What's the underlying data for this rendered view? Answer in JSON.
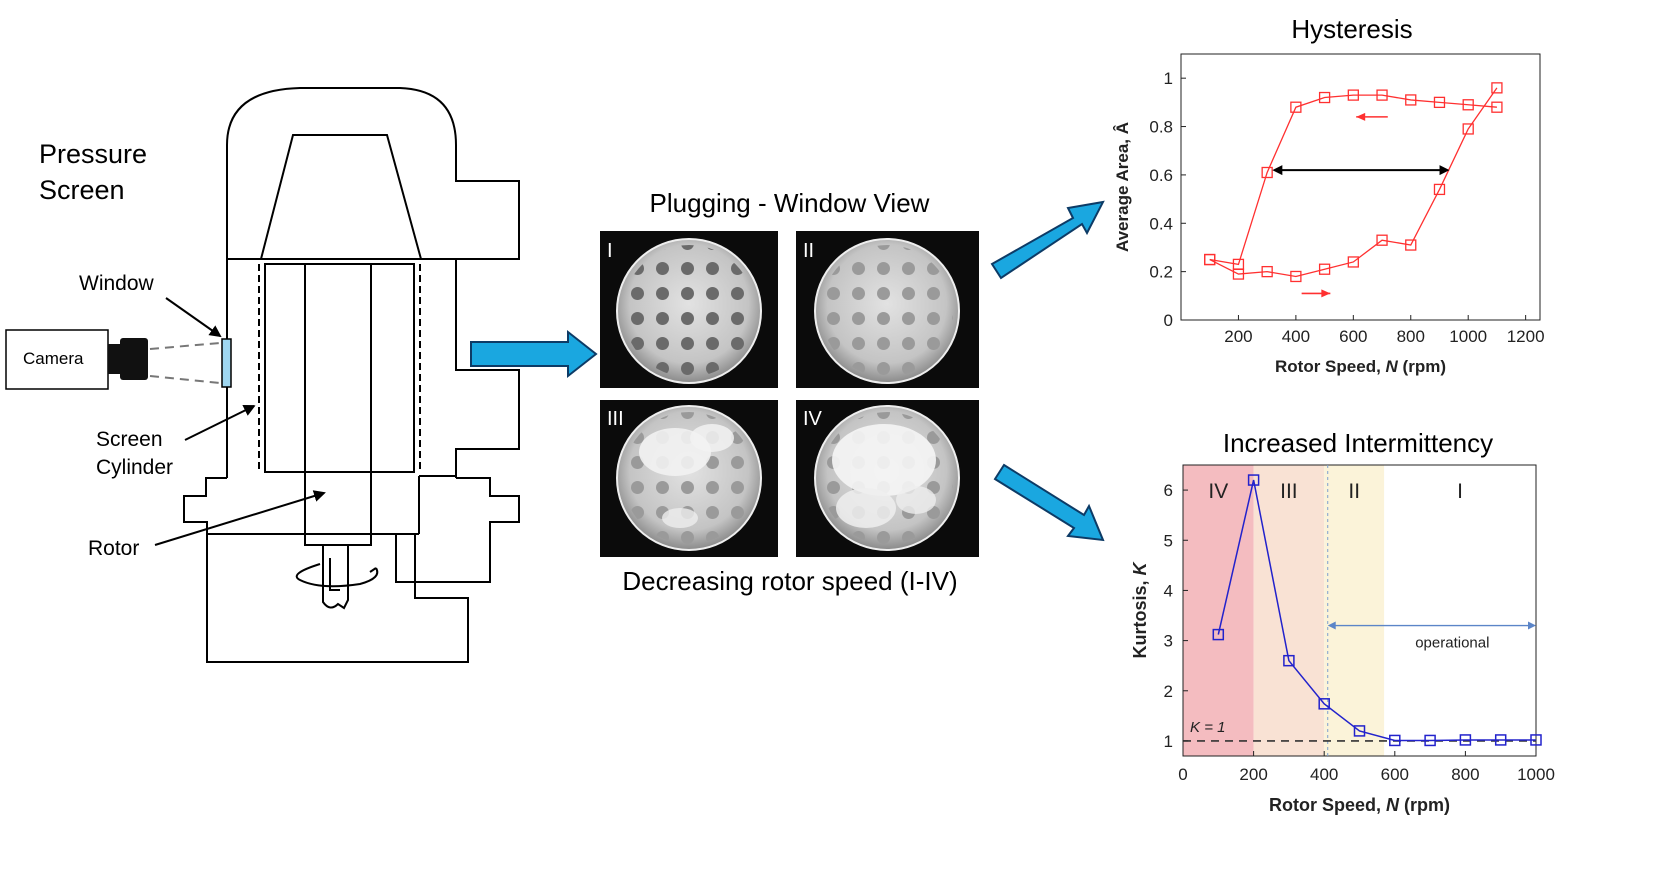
{
  "screen": {
    "title_line1": "Pressure",
    "title_line2": "Screen",
    "camera": "Camera",
    "window": "Window",
    "screen_cyl_line1": "Screen",
    "screen_cyl_line2": "Cylinder",
    "rotor": "Rotor"
  },
  "middle": {
    "title": "Plugging - Window View",
    "caption": "Decreasing rotor speed (I-IV)",
    "panels": [
      "I",
      "II",
      "III",
      "IV"
    ]
  },
  "colors": {
    "arrow_fill": "#1aa7e0",
    "arrow_stroke": "#0d3b66",
    "hysteresis": "#ff3030",
    "kurtosis": "#2222cc",
    "region_IV": "#f4bcc0",
    "region_III": "#f9e2d4",
    "region_II": "#fbf3d9",
    "region_I": "#ffffff"
  },
  "chart_data": [
    {
      "type": "line",
      "title": "Hysteresis",
      "xlabel": "Rotor Speed, N (rpm)",
      "ylabel": "Average Area, Â",
      "xlim": [
        0,
        1250
      ],
      "ylim": [
        0,
        1.1
      ],
      "xticks": [
        "200",
        "400",
        "600",
        "800",
        "1000",
        "1200"
      ],
      "yticks": [
        "0",
        "0.2",
        "0.4",
        "0.6",
        "0.8",
        "1"
      ],
      "series": [
        {
          "direction": "increasing",
          "x": [
            100,
            200,
            300,
            400,
            500,
            600,
            700,
            800,
            900,
            1000,
            1100
          ],
          "y": [
            0.25,
            0.19,
            0.2,
            0.18,
            0.21,
            0.24,
            0.33,
            0.31,
            0.54,
            0.79,
            0.96
          ]
        },
        {
          "direction": "decreasing",
          "x": [
            1100,
            1000,
            900,
            800,
            700,
            600,
            500,
            400,
            300,
            200,
            100
          ],
          "y": [
            0.88,
            0.89,
            0.9,
            0.91,
            0.93,
            0.93,
            0.92,
            0.88,
            0.61,
            0.23,
            0.25
          ]
        }
      ],
      "annotation": "double arrow at 0.62 from 300 to 950"
    },
    {
      "type": "line",
      "title": "Increased Intermittency",
      "xlabel": "Rotor Speed, N (rpm)",
      "ylabel": "Kurtosis, K",
      "xlim": [
        0,
        1000
      ],
      "ylim": [
        0.7,
        6.5
      ],
      "xticks": [
        "0",
        "200",
        "400",
        "600",
        "800",
        "1000"
      ],
      "yticks": [
        "1",
        "2",
        "3",
        "4",
        "5",
        "6"
      ],
      "regions": [
        {
          "label": "IV",
          "from": 0,
          "to": 200
        },
        {
          "label": "III",
          "from": 200,
          "to": 400
        },
        {
          "label": "II",
          "from": 400,
          "to": 570
        },
        {
          "label": "I",
          "from": 570,
          "to": 1000
        }
      ],
      "series": [
        {
          "x": [
            100,
            200,
            300,
            400,
            500,
            600,
            700,
            800,
            900,
            1000
          ],
          "y": [
            3.12,
            6.2,
            2.6,
            1.74,
            1.2,
            1.01,
            1.01,
            1.02,
            1.02,
            1.02
          ]
        }
      ],
      "reference_line": {
        "y": 1,
        "label": "K = 1"
      },
      "annotation": {
        "label": "operational",
        "from": 410,
        "to": 1000
      }
    }
  ]
}
